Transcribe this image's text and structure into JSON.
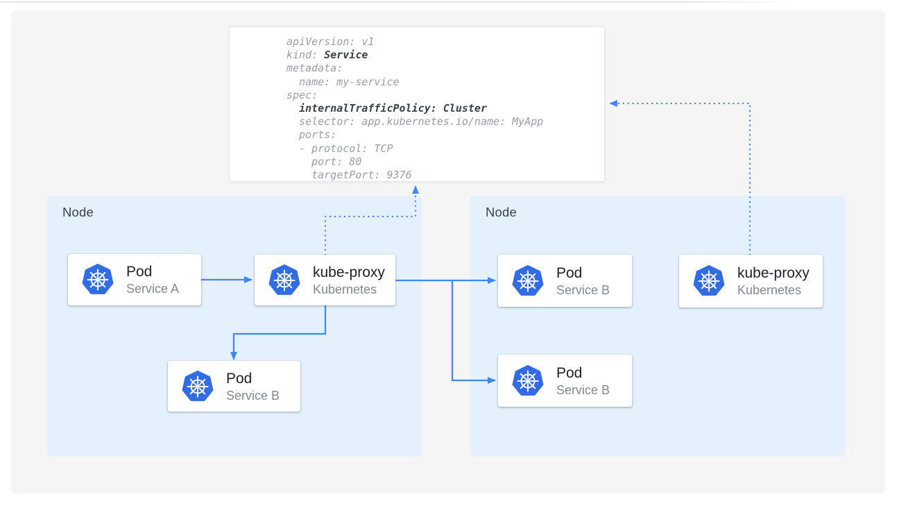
{
  "colors": {
    "k8s_blue": "#326ce5",
    "arrow_blue": "#4285f4",
    "node_bg": "#e4f1fc",
    "panel_bg": "#f5f5f6",
    "card_title": "#202124",
    "card_subtitle": "#83888e",
    "node_label": "#3c4043",
    "yaml_text": "#9a9ea4",
    "yaml_bold": "#3c4043"
  },
  "yaml_card": {
    "lines": [
      {
        "segments": [
          {
            "text": "apiVersion: v1"
          }
        ]
      },
      {
        "segments": [
          {
            "text": "kind: "
          },
          {
            "text": "Service",
            "bold": true
          }
        ]
      },
      {
        "segments": [
          {
            "text": "metadata:"
          }
        ]
      },
      {
        "segments": [
          {
            "text": "  name: my-service"
          }
        ]
      },
      {
        "segments": [
          {
            "text": "spec:"
          }
        ]
      },
      {
        "segments": [
          {
            "text": "  "
          },
          {
            "text": "internalTrafficPolicy: Cluster",
            "bold": true
          }
        ]
      },
      {
        "segments": [
          {
            "text": "  selector: app.kubernetes.io/name: MyApp"
          }
        ]
      },
      {
        "segments": [
          {
            "text": "  ports:"
          }
        ]
      },
      {
        "segments": [
          {
            "text": "  - protocol: TCP"
          }
        ]
      },
      {
        "segments": [
          {
            "text": "    port: 80"
          }
        ]
      },
      {
        "segments": [
          {
            "text": "    targetPort: 9376"
          }
        ]
      }
    ]
  },
  "nodes": [
    {
      "label": "Node",
      "cards": [
        {
          "title": "Pod",
          "subtitle": "Service A",
          "icon": "kubernetes-icon"
        },
        {
          "title": "kube-proxy",
          "subtitle": "Kubernetes",
          "icon": "kubernetes-icon"
        },
        {
          "title": "Pod",
          "subtitle": "Service B",
          "icon": "kubernetes-icon"
        }
      ]
    },
    {
      "label": "Node",
      "cards": [
        {
          "title": "Pod",
          "subtitle": "Service B",
          "icon": "kubernetes-icon"
        },
        {
          "title": "Pod",
          "subtitle": "Service B",
          "icon": "kubernetes-icon"
        },
        {
          "title": "kube-proxy",
          "subtitle": "Kubernetes",
          "icon": "kubernetes-icon"
        }
      ]
    }
  ],
  "connections": [
    {
      "from": "pod-service-a",
      "to": "kube-proxy-left",
      "style": "solid"
    },
    {
      "from": "kube-proxy-left",
      "to": "pod-service-b-left",
      "style": "solid"
    },
    {
      "from": "kube-proxy-left",
      "to": "pod-service-b-right-top",
      "style": "solid"
    },
    {
      "from": "kube-proxy-left",
      "to": "pod-service-b-right-bottom",
      "style": "solid"
    },
    {
      "from": "kube-proxy-left",
      "to": "service-yaml",
      "style": "dotted"
    },
    {
      "from": "kube-proxy-right",
      "to": "service-yaml",
      "style": "dotted"
    }
  ]
}
